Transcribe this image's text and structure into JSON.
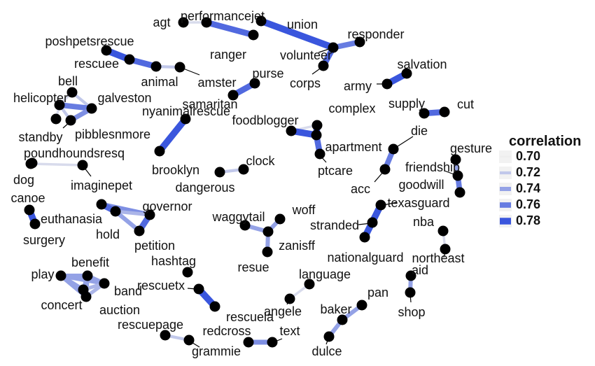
{
  "colors": {
    "low": "#eeeeee",
    "high": "#3a56dd",
    "node": "#000000",
    "leader": "#000000"
  },
  "legend": {
    "title": "correlation",
    "items": [
      {
        "label": "0.70",
        "value": 0.7
      },
      {
        "label": "0.72",
        "value": 0.72
      },
      {
        "label": "0.74",
        "value": 0.74
      },
      {
        "label": "0.76",
        "value": 0.76
      },
      {
        "label": "0.78",
        "value": 0.78
      }
    ]
  },
  "network": {
    "nodes": [
      {
        "id": "agt",
        "label": "agt"
      },
      {
        "id": "performancejet",
        "label": "performancejet"
      },
      {
        "id": "ranger",
        "label": "ranger"
      },
      {
        "id": "union",
        "label": "union"
      },
      {
        "id": "responder",
        "label": "responder"
      },
      {
        "id": "volunteer",
        "label": "volunteer"
      },
      {
        "id": "corps",
        "label": "corps"
      },
      {
        "id": "poshpetsrescue",
        "label": "poshpetsrescue"
      },
      {
        "id": "rescuee",
        "label": "rescuee"
      },
      {
        "id": "animal",
        "label": "animal"
      },
      {
        "id": "amster",
        "label": "amster"
      },
      {
        "id": "purse",
        "label": "purse"
      },
      {
        "id": "samaritan",
        "label": "samaritan"
      },
      {
        "id": "salvation",
        "label": "salvation"
      },
      {
        "id": "army",
        "label": "army"
      },
      {
        "id": "supply",
        "label": "supply"
      },
      {
        "id": "cut",
        "label": "cut"
      },
      {
        "id": "bell",
        "label": "bell"
      },
      {
        "id": "helicopter",
        "label": "helicopter"
      },
      {
        "id": "galveston",
        "label": "galveston"
      },
      {
        "id": "standby",
        "label": "standby"
      },
      {
        "id": "pibblesnmore",
        "label": "pibblesnmore"
      },
      {
        "id": "nyanimalrescue",
        "label": "nyanimalrescue"
      },
      {
        "id": "brooklyn",
        "label": "brooklyn"
      },
      {
        "id": "foodblogger",
        "label": "foodblogger"
      },
      {
        "id": "complex",
        "label": "complex"
      },
      {
        "id": "apartment",
        "label": "apartment"
      },
      {
        "id": "ptcare",
        "label": "ptcare"
      },
      {
        "id": "die",
        "label": "die"
      },
      {
        "id": "acc",
        "label": "acc"
      },
      {
        "id": "gesture",
        "label": "gesture"
      },
      {
        "id": "friendship",
        "label": "friendship"
      },
      {
        "id": "goodwill",
        "label": "goodwill"
      },
      {
        "id": "poundhoundsresq",
        "label": "poundhoundsresq"
      },
      {
        "id": "dog",
        "label": "dog"
      },
      {
        "id": "imaginepet",
        "label": "imaginepet"
      },
      {
        "id": "clock",
        "label": "clock"
      },
      {
        "id": "dangerous",
        "label": "dangerous"
      },
      {
        "id": "canoe",
        "label": "canoe"
      },
      {
        "id": "surgery",
        "label": "surgery"
      },
      {
        "id": "euthanasia",
        "label": "euthanasia"
      },
      {
        "id": "governor",
        "label": "governor"
      },
      {
        "id": "hold",
        "label": "hold"
      },
      {
        "id": "petition",
        "label": "petition"
      },
      {
        "id": "waggytail",
        "label": "waggytail"
      },
      {
        "id": "woff",
        "label": "woff"
      },
      {
        "id": "zanisff",
        "label": "zanisff"
      },
      {
        "id": "resue",
        "label": "resue"
      },
      {
        "id": "texasguard",
        "label": "texasguard"
      },
      {
        "id": "stranded",
        "label": "stranded"
      },
      {
        "id": "nationalguard",
        "label": "nationalguard"
      },
      {
        "id": "nba",
        "label": "nba"
      },
      {
        "id": "northeast",
        "label": "northeast"
      },
      {
        "id": "aid",
        "label": "aid"
      },
      {
        "id": "shop",
        "label": "shop"
      },
      {
        "id": "benefit",
        "label": "benefit"
      },
      {
        "id": "play",
        "label": "play"
      },
      {
        "id": "band",
        "label": "band"
      },
      {
        "id": "concert",
        "label": "concert"
      },
      {
        "id": "auction",
        "label": "auction"
      },
      {
        "id": "hashtag",
        "label": "hashtag"
      },
      {
        "id": "rescuetx",
        "label": "rescuetx"
      },
      {
        "id": "rescuela",
        "label": "rescuela"
      },
      {
        "id": "language",
        "label": "language"
      },
      {
        "id": "angele",
        "label": "angele"
      },
      {
        "id": "pan",
        "label": "pan"
      },
      {
        "id": "baker",
        "label": "baker"
      },
      {
        "id": "dulce",
        "label": "dulce"
      },
      {
        "id": "rescuepage",
        "label": "rescuepage"
      },
      {
        "id": "redcross",
        "label": "redcross"
      },
      {
        "id": "grammie",
        "label": "grammie"
      },
      {
        "id": "text",
        "label": "text"
      }
    ],
    "edges": [
      {
        "source": "agt",
        "target": "performancejet",
        "correlation": 0.71
      },
      {
        "source": "ranger",
        "target": "performancejet",
        "correlation": 0.77
      },
      {
        "source": "union",
        "target": "volunteer",
        "correlation": 0.78
      },
      {
        "source": "responder",
        "target": "volunteer",
        "correlation": 0.76
      },
      {
        "source": "volunteer",
        "target": "corps",
        "correlation": 0.77
      },
      {
        "source": "poshpetsrescue",
        "target": "rescuee",
        "correlation": 0.78
      },
      {
        "source": "rescuee",
        "target": "animal",
        "correlation": 0.77
      },
      {
        "source": "animal",
        "target": "amster",
        "correlation": 0.72
      },
      {
        "source": "purse",
        "target": "samaritan",
        "correlation": 0.77
      },
      {
        "source": "salvation",
        "target": "army",
        "correlation": 0.78
      },
      {
        "source": "supply",
        "target": "cut",
        "correlation": 0.77
      },
      {
        "source": "bell",
        "target": "galveston",
        "correlation": 0.72
      },
      {
        "source": "bell",
        "target": "helicopter",
        "correlation": 0.71
      },
      {
        "source": "helicopter",
        "target": "galveston",
        "correlation": 0.76
      },
      {
        "source": "helicopter",
        "target": "standby",
        "correlation": 0.72
      },
      {
        "source": "galveston",
        "target": "standby",
        "correlation": 0.75
      },
      {
        "source": "helicopter",
        "target": "pibblesnmore",
        "correlation": 0.71
      },
      {
        "source": "nyanimalrescue",
        "target": "brooklyn",
        "correlation": 0.78
      },
      {
        "source": "foodblogger",
        "target": "complex",
        "correlation": 0.71
      },
      {
        "source": "foodblogger",
        "target": "apartment",
        "correlation": 0.78
      },
      {
        "source": "complex",
        "target": "apartment",
        "correlation": 0.78
      },
      {
        "source": "apartment",
        "target": "ptcare",
        "correlation": 0.77
      },
      {
        "source": "die",
        "target": "acc",
        "correlation": 0.76
      },
      {
        "source": "gesture",
        "target": "friendship",
        "correlation": 0.74
      },
      {
        "source": "friendship",
        "target": "goodwill",
        "correlation": 0.76
      },
      {
        "source": "dog",
        "target": "poundhoundsresq",
        "correlation": 0.72
      },
      {
        "source": "dog",
        "target": "imaginepet",
        "correlation": 0.71
      },
      {
        "source": "dangerous",
        "target": "clock",
        "correlation": 0.72
      },
      {
        "source": "canoe",
        "target": "surgery",
        "correlation": 0.78
      },
      {
        "source": "euthanasia",
        "target": "governor",
        "correlation": 0.75
      },
      {
        "source": "euthanasia",
        "target": "hold",
        "correlation": 0.77
      },
      {
        "source": "governor",
        "target": "petition",
        "correlation": 0.77
      },
      {
        "source": "governor",
        "target": "hold",
        "correlation": 0.73
      },
      {
        "source": "hold",
        "target": "petition",
        "correlation": 0.74
      },
      {
        "source": "waggytail",
        "target": "zanisff",
        "correlation": 0.74
      },
      {
        "source": "woff",
        "target": "zanisff",
        "correlation": 0.74
      },
      {
        "source": "zanisff",
        "target": "resue",
        "correlation": 0.74
      },
      {
        "source": "texasguard",
        "target": "nationalguard",
        "correlation": 0.78
      },
      {
        "source": "nba",
        "target": "northeast",
        "correlation": 0.71
      },
      {
        "source": "aid",
        "target": "shop",
        "correlation": 0.74
      },
      {
        "source": "play",
        "target": "benefit",
        "correlation": 0.74
      },
      {
        "source": "play",
        "target": "band",
        "correlation": 0.74
      },
      {
        "source": "play",
        "target": "concert",
        "correlation": 0.74
      },
      {
        "source": "play",
        "target": "auction",
        "correlation": 0.74
      },
      {
        "source": "benefit",
        "target": "band",
        "correlation": 0.74
      },
      {
        "source": "benefit",
        "target": "concert",
        "correlation": 0.74
      },
      {
        "source": "benefit",
        "target": "auction",
        "correlation": 0.74
      },
      {
        "source": "band",
        "target": "concert",
        "correlation": 0.73
      },
      {
        "source": "band",
        "target": "auction",
        "correlation": 0.73
      },
      {
        "source": "concert",
        "target": "auction",
        "correlation": 0.73
      },
      {
        "source": "rescuetx",
        "target": "rescuela",
        "correlation": 0.78
      },
      {
        "source": "language",
        "target": "angele",
        "correlation": 0.71
      },
      {
        "source": "pan",
        "target": "baker",
        "correlation": 0.74
      },
      {
        "source": "baker",
        "target": "dulce",
        "correlation": 0.74
      },
      {
        "source": "rescuepage",
        "target": "grammie",
        "correlation": 0.72
      },
      {
        "source": "redcross",
        "target": "text",
        "correlation": 0.75
      }
    ]
  }
}
